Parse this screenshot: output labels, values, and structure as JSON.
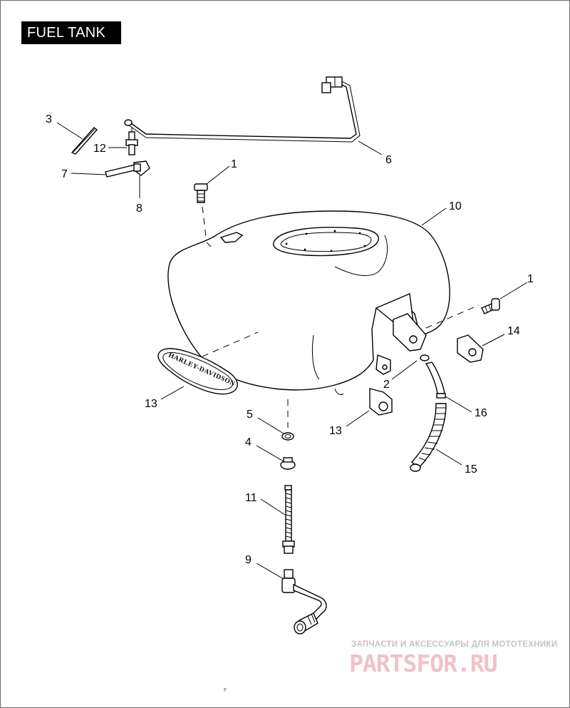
{
  "header": {
    "title": "FUEL TANK"
  },
  "badge": {
    "text": "HARLEY-DAVIDSON"
  },
  "callouts": [
    {
      "id": "c-3",
      "text": "3"
    },
    {
      "id": "c-12",
      "text": "12"
    },
    {
      "id": "c-7",
      "text": "7"
    },
    {
      "id": "c-8",
      "text": "8"
    },
    {
      "id": "c-1a",
      "text": "1"
    },
    {
      "id": "c-6",
      "text": "6"
    },
    {
      "id": "c-10",
      "text": "10"
    },
    {
      "id": "c-1b",
      "text": "1"
    },
    {
      "id": "c-14",
      "text": "14"
    },
    {
      "id": "c-2",
      "text": "2"
    },
    {
      "id": "c-13a",
      "text": "13"
    },
    {
      "id": "c-16",
      "text": "16"
    },
    {
      "id": "c-13b",
      "text": "13"
    },
    {
      "id": "c-5",
      "text": "5"
    },
    {
      "id": "c-4",
      "text": "4"
    },
    {
      "id": "c-15",
      "text": "15"
    },
    {
      "id": "c-11",
      "text": "11"
    },
    {
      "id": "c-9",
      "text": "9"
    }
  ],
  "watermark": {
    "caption": "ЗАПЧАСТИ И АКСЕССУАРЫ ДЛЯ МОТОТЕХНИКИ",
    "logo": "PARTSFOR.RU"
  },
  "footer": {
    "mark": "F"
  }
}
